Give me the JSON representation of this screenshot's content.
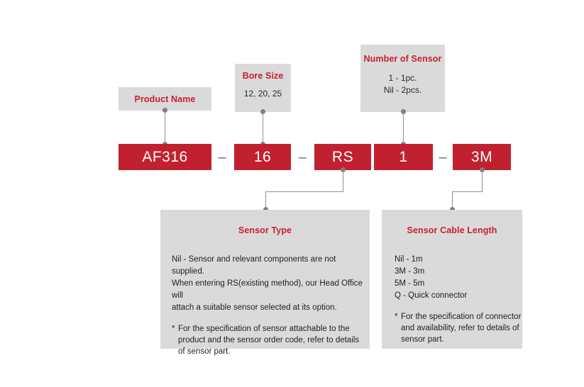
{
  "diagram": {
    "title": "Product order code breakdown",
    "colors": {
      "red": "#c1212f",
      "title_red": "#c8202f",
      "gray_box": "#dadada",
      "connector": "#8f8f8f",
      "body_text": "#1f1f1f"
    },
    "code_boxes": [
      {
        "label": "AF316"
      },
      {
        "label": "16"
      },
      {
        "label": "RS"
      },
      {
        "label": "1"
      },
      {
        "label": "3M"
      }
    ],
    "separators": [
      {
        "label": "–"
      },
      {
        "label": "–"
      },
      {
        "label": "–"
      }
    ],
    "callouts": [
      {
        "title": "Product Name",
        "lines": []
      },
      {
        "title": "Bore Size",
        "lines": [
          "12, 20, 25"
        ]
      },
      {
        "title": "Number of Sensor",
        "lines": [
          "1 - 1pc.",
          "Nil - 2pcs."
        ]
      }
    ],
    "details": [
      {
        "title": "Sensor Type",
        "paragraph": [
          "Nil - Sensor and relevant components are not supplied.",
          "When entering RS(existing method), our Head Office will",
          "attach a suitable sensor selected at its option."
        ],
        "note_marker": "*",
        "note": [
          "For the specification of sensor attachable to the",
          "product and the sensor order code, refer to details",
          "of sensor part."
        ]
      },
      {
        "title": "Sensor Cable Length",
        "list": [
          "Nil - 1m",
          "3M - 3m",
          "5M - 5m",
          "Q - Quick connector"
        ],
        "note_marker": "*",
        "note": [
          "For the specification of connector",
          "and availability, refer to details of",
          "sensor part."
        ]
      }
    ]
  }
}
